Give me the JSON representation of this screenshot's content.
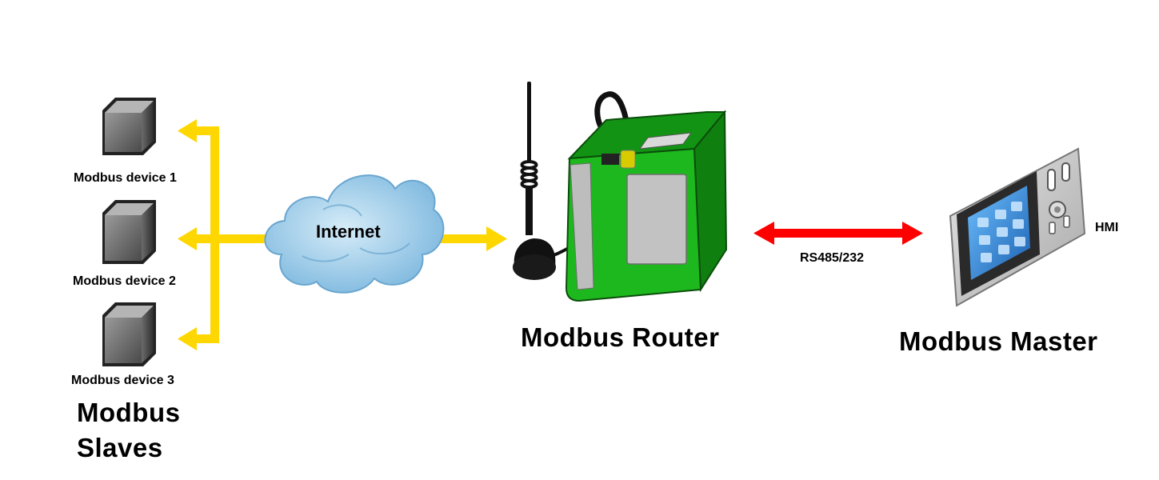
{
  "slaves": {
    "devices": [
      {
        "label": "Modbus device 1"
      },
      {
        "label": "Modbus device 2"
      },
      {
        "label": "Modbus device 3"
      }
    ],
    "group_title_line1": "Modbus",
    "group_title_line2": "Slaves"
  },
  "cloud": {
    "label": "Internet"
  },
  "router": {
    "label": "Modbus Router"
  },
  "link": {
    "label": "RS485/232"
  },
  "master": {
    "label": "Modbus Master",
    "device_label": "HMI"
  },
  "colors": {
    "slave_arrows": "#ffd700",
    "serial_link": "#ff0000",
    "router_body": "#1db81d",
    "cloud": "#8ec5e6"
  },
  "icons": {
    "slave_device": "cube-icon",
    "network": "cloud-icon",
    "router": "router-icon",
    "antenna": "antenna-icon",
    "master_device": "hmi-panel-icon"
  }
}
